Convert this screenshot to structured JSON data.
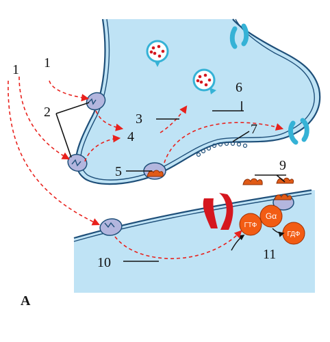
{
  "labels": {
    "l1_left": "1",
    "l1_inner": "1",
    "l2": "2",
    "l3": "3",
    "l4": "4",
    "l5": "5",
    "l6": "6",
    "l7": "7",
    "l9": "9",
    "l10": "10",
    "l11": "11",
    "panel": "A"
  },
  "molecules": {
    "gtp": "ГТФ",
    "galpha": "Gα",
    "gdp": "ГДФ"
  },
  "colors": {
    "cytoplasm": "#bfe3f5",
    "membrane": "#1e4f79",
    "receptor": "#b3b6de",
    "channel": "#35b2d6",
    "ligand": "#e05a16",
    "gprotein": "#f25c14",
    "red_receptor": "#d5171f",
    "arrow": "#e8211c"
  }
}
